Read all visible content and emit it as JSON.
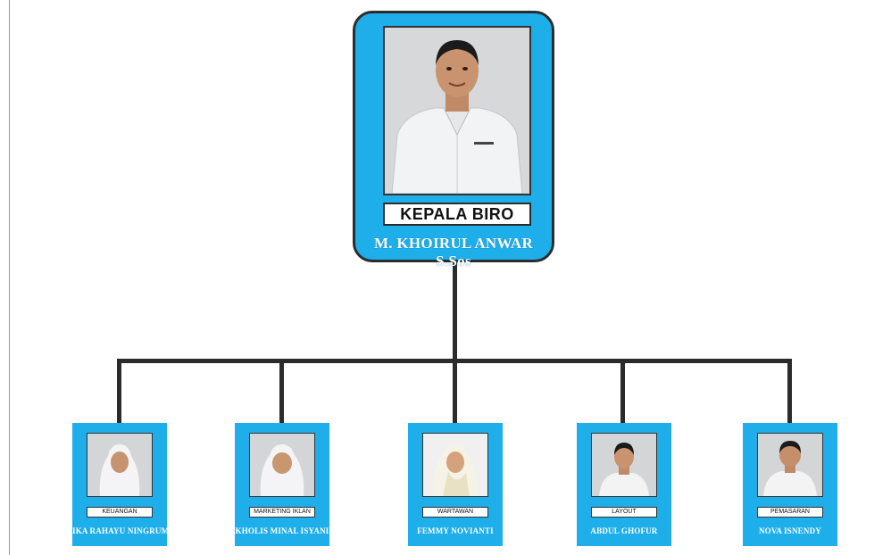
{
  "head": {
    "title": "KEPALA BIRO",
    "name": "M. KHOIRUL ANWAR S.Sos"
  },
  "staff": [
    {
      "role": "KEUANGAN",
      "name": "IKA RAHAYU NINGRUM",
      "headwear": "hijab"
    },
    {
      "role": "MARKETING IKLAN",
      "name": "KHOLIS MINAL ISYANI",
      "headwear": "hijab"
    },
    {
      "role": "WARTAWAN",
      "name": "FEMMY NOVIANTI",
      "headwear": "hijab"
    },
    {
      "role": "LAYOUT",
      "name": "ABDUL GHOFUR",
      "headwear": "none"
    },
    {
      "role": "PEMASARAN",
      "name": "NOVA ISNENDY",
      "headwear": "none"
    }
  ],
  "colors": {
    "card_fill": "#1eaeea",
    "connector": "#2b2b2b",
    "name_text": "#ffffff"
  }
}
